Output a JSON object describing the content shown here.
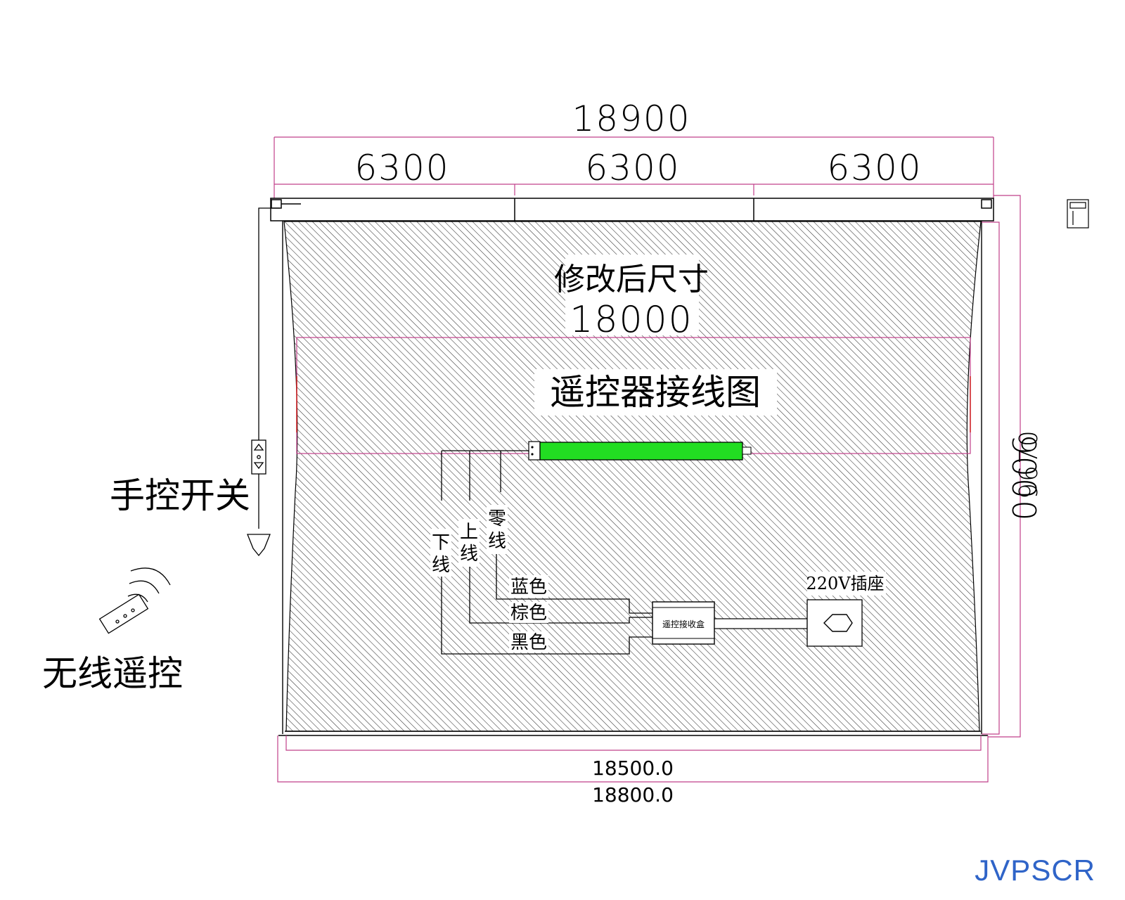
{
  "colors": {
    "dimension_line": "#c0408a",
    "motor_tube": "#22dd22",
    "hatch": "#333333",
    "brand": "#2f64c8"
  },
  "dimensions": {
    "total_width": "18900",
    "segment_1": "6300",
    "segment_2": "6300",
    "segment_3": "6300",
    "modified_label": "修改后尺寸",
    "modified_width": "18000",
    "bottom_inner": "18500.0",
    "bottom_outer": "18800.0",
    "height_inner": "9000",
    "height_outer": "9670"
  },
  "labels": {
    "diagram_title": "遥控器接线图",
    "manual_switch": "手控开关",
    "wireless_remote": "无线遥控",
    "wire_down": "下线",
    "wire_up": "上线",
    "wire_neutral": "零线",
    "color_blue": "蓝色",
    "color_brown": "棕色",
    "color_black": "黑色",
    "receiver_box": "遥控接收盒",
    "socket": "220V插座"
  },
  "brand": "JVPSCR"
}
